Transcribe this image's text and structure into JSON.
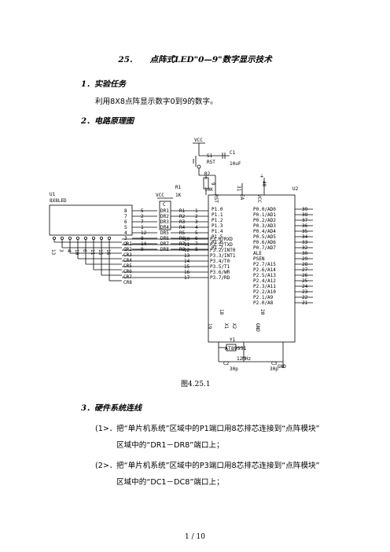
{
  "title": {
    "number": "25.",
    "text": "点阵式LED\"0—9\"数字显示技术"
  },
  "sections": [
    {
      "heading": "1．实验任务",
      "body": "利用8X8点阵显示数字0到9的数字。"
    },
    {
      "heading": "2．电路原理图"
    },
    {
      "heading": "3．硬件系统连线"
    }
  ],
  "figure_caption": "图4.25.1",
  "steps": [
    {
      "num": "(1>．",
      "line1": "把“单片机系统”区域中的P1端口用8芯排芯连接到“点阵模块”",
      "line2": "区域中的“DR1－DR8”端口上；"
    },
    {
      "num": "(2>．",
      "line1": "把“单片机系统”区域中的P3端口用8芯排芯连接到“点阵模块”",
      "line2": "区域中的“DC1－DC8”端口上；"
    }
  ],
  "page_number": "1 / 10",
  "schematic": {
    "vcc_top": "VCC",
    "vcc_left": "VCC",
    "gnd": "GND",
    "c1": "C1",
    "c1_value": "10uF",
    "sw": "S1",
    "sw_label": "RST",
    "r1": "R1",
    "r1_value": "1K",
    "r2": "R2",
    "r2_value": "10K",
    "u1": "U1",
    "u1_name": "8X8LED",
    "u2": "U2",
    "chip_name": "AT89S51",
    "c_label": "C",
    "y1": "Y1",
    "crystal": "12MHz",
    "c2": "C2",
    "c2_value": "30p",
    "c3": "C3",
    "c3_value": "30p",
    "vcc_pin": "VCC",
    "ea_pin": "EA",
    "rst_pin": "RST",
    "gnd_pin": "GND",
    "x1": "X1",
    "x2": "X2",
    "pin31": "31",
    "pin9": "9",
    "pin40": "40",
    "pin19": "19",
    "pin18": "18",
    "pin20": "20",
    "led_rows": [
      {
        "num": "8",
        "pin": "5",
        "dr": "DR1",
        "r": "R1",
        "p": "1"
      },
      {
        "num": "7",
        "pin": "2",
        "dr": "DR2",
        "r": "R2",
        "p": "2"
      },
      {
        "num": "6",
        "pin": "7",
        "dr": "DR3",
        "r": "R3",
        "p": "3"
      },
      {
        "num": "5",
        "pin": "1",
        "dr": "DR4",
        "r": "R4",
        "p": "4"
      },
      {
        "num": "4",
        "pin": "12",
        "dr": "DR5",
        "r": "R5",
        "p": "5"
      },
      {
        "num": "3",
        "pin": "8",
        "dr": "DR6",
        "r": "R6",
        "p": "6"
      },
      {
        "num": "2",
        "pin": "14",
        "dr": "DR7",
        "r": "R7",
        "p": "7"
      },
      {
        "num": "1",
        "pin": "9",
        "dr": "DR8",
        "r": "R8",
        "p": "8"
      }
    ],
    "p1_pins": [
      "P1.0",
      "P1.1",
      "P1.2",
      "P1.3",
      "P1.4",
      "P1.5",
      "P1.6",
      "P1.7"
    ],
    "p0_pins": [
      {
        "name": "P0.0/AD0",
        "num": "39"
      },
      {
        "name": "P0.1/AD1",
        "num": "38"
      },
      {
        "name": "P0.2/AD2",
        "num": "37"
      },
      {
        "name": "P0.3/AD3",
        "num": "36"
      },
      {
        "name": "P0.4/AD4",
        "num": "35"
      },
      {
        "name": "P0.5/AD5",
        "num": "34"
      },
      {
        "name": "P0.6/AD6",
        "num": "33"
      },
      {
        "name": "P0.7/AD7",
        "num": "32"
      },
      {
        "name": "ALE",
        "num": "30"
      },
      {
        "name": "PSEN",
        "num": "29"
      },
      {
        "name": "P2.7/A15",
        "num": "28"
      },
      {
        "name": "P2.6/A14",
        "num": "27"
      },
      {
        "name": "P2.5/A13",
        "num": "26"
      },
      {
        "name": "P2.4/A12",
        "num": "25"
      },
      {
        "name": "P2.3/A11",
        "num": "24"
      },
      {
        "name": "P2.2/A10",
        "num": "23"
      },
      {
        "name": "P2.1/A9",
        "num": "22"
      },
      {
        "name": "P2.0/A8",
        "num": "21"
      }
    ],
    "p3_pins": [
      {
        "name": "P3.0/RXD",
        "num": "10",
        "cr": "CR1"
      },
      {
        "name": "P3.1/TXD",
        "num": "11",
        "cr": "CR2"
      },
      {
        "name": "P3.2/INT0",
        "num": "12",
        "cr": "CR3"
      },
      {
        "name": "P3.3/INT1",
        "num": "13",
        "cr": "CR4"
      },
      {
        "name": "P3.4/T0",
        "num": "14",
        "cr": "CR5"
      },
      {
        "name": "P3.5/T1",
        "num": "15",
        "cr": "CR6"
      },
      {
        "name": "P3.6/WR",
        "num": "16",
        "cr": "CR7"
      },
      {
        "name": "P3.7/RD",
        "num": "17",
        "cr": "CR8"
      }
    ],
    "col_pins": [
      "13",
      "3",
      "4",
      "10",
      "6",
      "11",
      "15",
      "16"
    ]
  }
}
